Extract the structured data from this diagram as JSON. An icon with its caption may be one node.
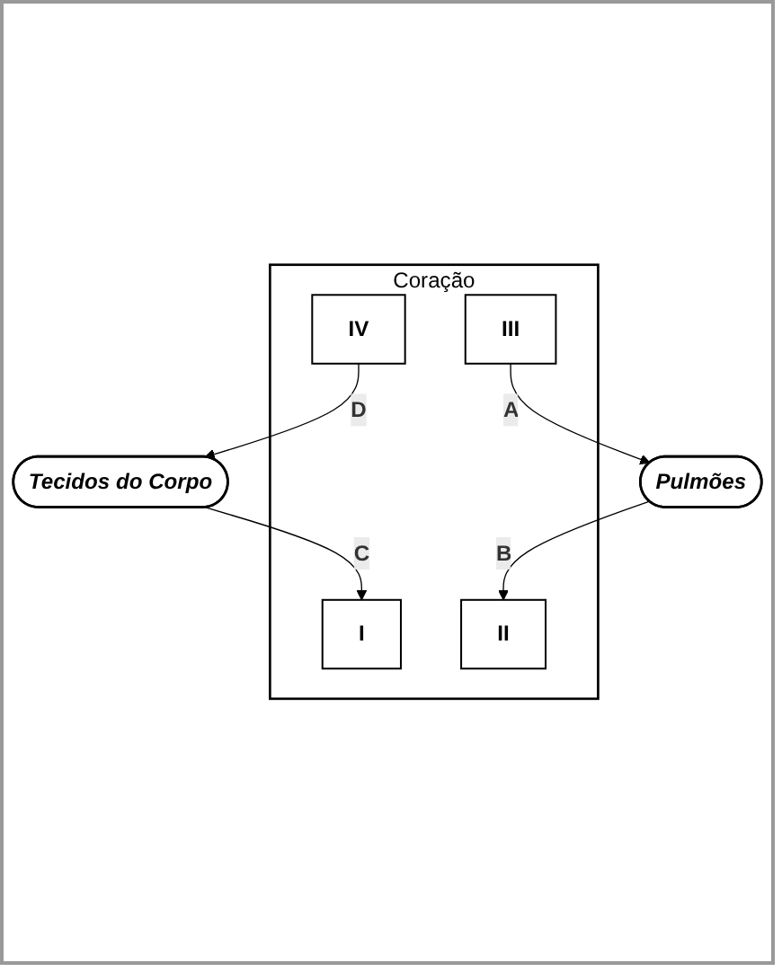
{
  "diagram": {
    "nodes": [
      {
        "text": [
          "Pulmões"
        ]
      },
      {
        "text": [
          "Coração"
        ]
      },
      {
        "text": [
          "I"
        ],
        "in": 1
      },
      {
        "text": [
          "II"
        ],
        "in": 1
      },
      {
        "text": [
          "III"
        ],
        "in": 1
      },
      {
        "text": [
          "IV"
        ],
        "in": 1
      },
      {
        "text": [
          "Tecidos do Corpo"
        ]
      }
    ],
    "edges": [
      {
        "from": 4,
        "to": 0,
        "arrow": "to",
        "label": "A"
      },
      {
        "from": 0,
        "to": 3,
        "arrow": "to",
        "label": "B"
      },
      {
        "from": 6,
        "to": 2,
        "arrow": "to",
        "label": "C"
      },
      {
        "from": 5,
        "to": 6,
        "arrow": "to",
        "label": "D"
      }
    ]
  }
}
